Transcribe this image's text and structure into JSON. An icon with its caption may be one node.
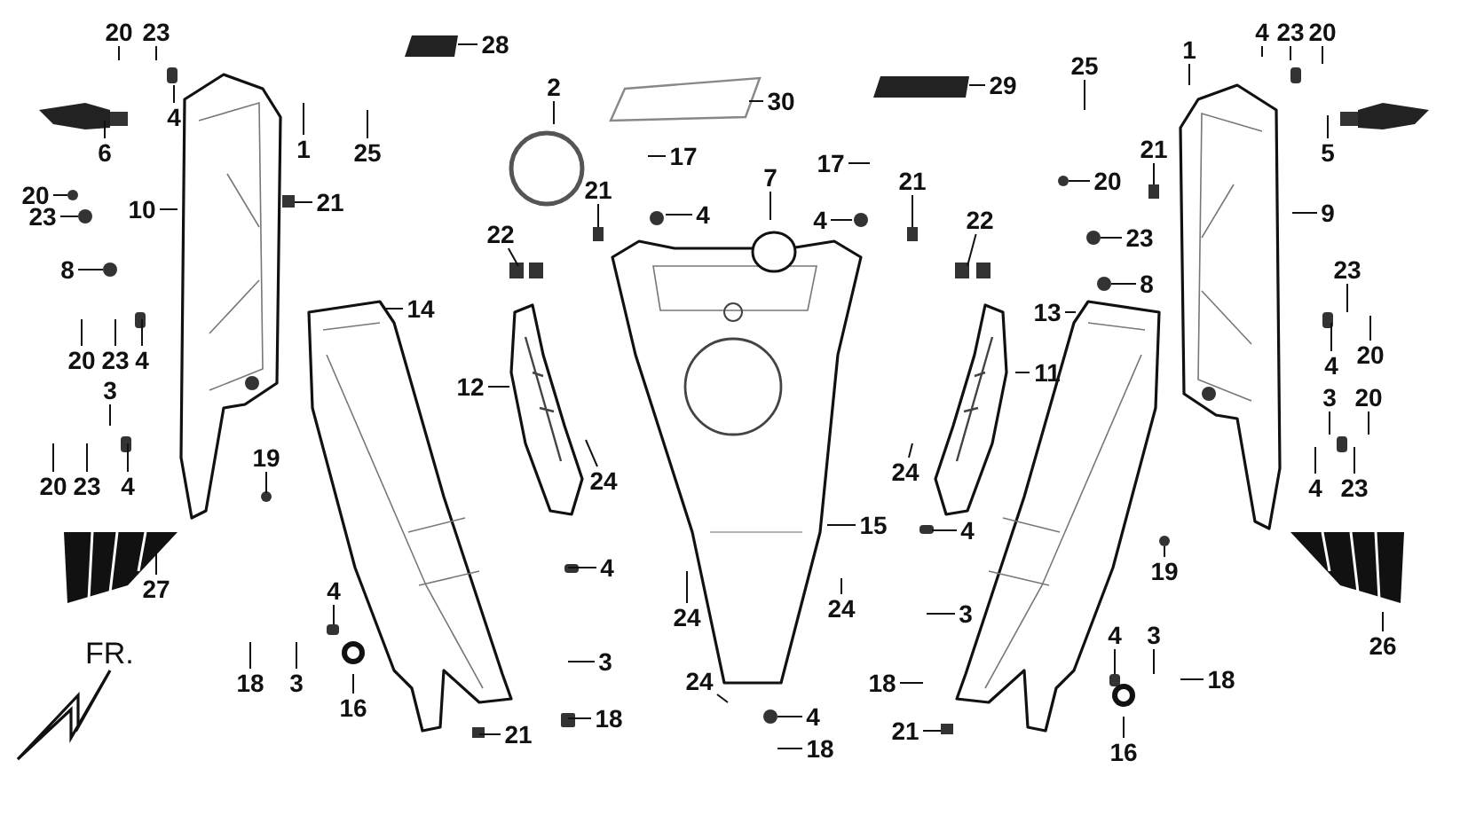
{
  "diagram": {
    "nodes": [
      {
        "text": [
          "20"
        ]
      },
      {
        "text": [
          "23"
        ]
      },
      {
        "text": [
          "4"
        ]
      },
      {
        "text": [
          "28"
        ]
      },
      {
        "text": [
          "6"
        ]
      },
      {
        "text": [
          "1"
        ]
      },
      {
        "text": [
          "25"
        ]
      },
      {
        "text": [
          "2"
        ]
      },
      {
        "text": [
          "30"
        ]
      },
      {
        "text": [
          "29"
        ]
      },
      {
        "text": [
          "25"
        ]
      },
      {
        "text": [
          "1"
        ]
      },
      {
        "text": [
          "4"
        ]
      },
      {
        "text": [
          "23"
        ]
      },
      {
        "text": [
          "20"
        ]
      },
      {
        "text": [
          "5"
        ]
      },
      {
        "text": [
          "20"
        ]
      },
      {
        "text": [
          "23"
        ]
      },
      {
        "text": [
          "8"
        ]
      },
      {
        "text": [
          "10"
        ]
      },
      {
        "text": [
          "21"
        ]
      },
      {
        "text": [
          "17"
        ]
      },
      {
        "text": [
          "4"
        ]
      },
      {
        "text": [
          "21"
        ]
      },
      {
        "text": [
          "22"
        ]
      },
      {
        "text": [
          "7"
        ]
      },
      {
        "text": [
          "17"
        ]
      },
      {
        "text": [
          "4"
        ]
      },
      {
        "text": [
          "21"
        ]
      },
      {
        "text": [
          "22"
        ]
      },
      {
        "text": [
          "20"
        ]
      },
      {
        "text": [
          "23"
        ]
      },
      {
        "text": [
          "8"
        ]
      },
      {
        "text": [
          "21"
        ]
      },
      {
        "text": [
          "9"
        ]
      },
      {
        "text": [
          "20"
        ]
      },
      {
        "text": [
          "23"
        ]
      },
      {
        "text": [
          "4"
        ]
      },
      {
        "text": [
          "14"
        ]
      },
      {
        "text": [
          "12"
        ]
      },
      {
        "text": [
          "13"
        ]
      },
      {
        "text": [
          "11"
        ]
      },
      {
        "text": [
          "3"
        ]
      },
      {
        "text": [
          "20"
        ]
      },
      {
        "text": [
          "23"
        ]
      },
      {
        "text": [
          "4"
        ]
      },
      {
        "text": [
          "19"
        ]
      },
      {
        "text": [
          "24"
        ]
      },
      {
        "text": [
          "23"
        ]
      },
      {
        "text": [
          "4"
        ]
      },
      {
        "text": [
          "20"
        ]
      },
      {
        "text": [
          "3"
        ]
      },
      {
        "text": [
          "20"
        ]
      },
      {
        "text": [
          "4"
        ]
      },
      {
        "text": [
          "23"
        ]
      },
      {
        "text": [
          "24"
        ]
      },
      {
        "text": [
          "27"
        ]
      },
      {
        "text": [
          "19"
        ]
      },
      {
        "text": [
          "26"
        ]
      },
      {
        "text": [
          "15"
        ]
      },
      {
        "text": [
          "4"
        ]
      },
      {
        "text": [
          "4"
        ]
      },
      {
        "text": [
          "24"
        ]
      },
      {
        "text": [
          "24"
        ]
      },
      {
        "text": [
          "3"
        ]
      },
      {
        "text": [
          "4"
        ]
      },
      {
        "text": [
          "3"
        ]
      },
      {
        "text": [
          "18"
        ]
      },
      {
        "text": [
          "16"
        ]
      },
      {
        "text": [
          "3"
        ]
      },
      {
        "text": [
          "18"
        ]
      },
      {
        "text": [
          "24"
        ]
      },
      {
        "text": [
          "4"
        ]
      },
      {
        "text": [
          "18"
        ]
      },
      {
        "text": [
          "18"
        ]
      },
      {
        "text": [
          "21"
        ]
      },
      {
        "text": [
          "21"
        ]
      },
      {
        "text": [
          "4"
        ]
      },
      {
        "text": [
          "3"
        ]
      },
      {
        "text": [
          "18"
        ]
      },
      {
        "text": [
          "16"
        ]
      }
    ],
    "edges": [
      {
        "from": 0,
        "to": null,
        "arrow": "none"
      },
      {
        "from": 1,
        "to": null,
        "arrow": "none"
      },
      {
        "from": 2,
        "to": null,
        "arrow": "none"
      },
      {
        "from": 3,
        "to": null,
        "arrow": "none"
      },
      {
        "from": 4,
        "to": null,
        "arrow": "none"
      },
      {
        "from": 5,
        "to": null,
        "arrow": "none"
      },
      {
        "from": 6,
        "to": null,
        "arrow": "none"
      },
      {
        "from": 7,
        "to": null,
        "arrow": "none"
      },
      {
        "from": 8,
        "to": null,
        "arrow": "none"
      },
      {
        "from": 9,
        "to": null,
        "arrow": "none"
      },
      {
        "from": 10,
        "to": null,
        "arrow": "none"
      },
      {
        "from": 11,
        "to": null,
        "arrow": "none"
      },
      {
        "from": 12,
        "to": null,
        "arrow": "none"
      },
      {
        "from": 13,
        "to": null,
        "arrow": "none"
      },
      {
        "from": 14,
        "to": null,
        "arrow": "none"
      },
      {
        "from": 15,
        "to": null,
        "arrow": "none"
      },
      {
        "from": 16,
        "to": null,
        "arrow": "none"
      },
      {
        "from": 17,
        "to": null,
        "arrow": "none"
      },
      {
        "from": 18,
        "to": null,
        "arrow": "none"
      },
      {
        "from": 19,
        "to": null,
        "arrow": "none"
      },
      {
        "from": 20,
        "to": null,
        "arrow": "none"
      },
      {
        "from": 21,
        "to": null,
        "arrow": "none"
      },
      {
        "from": 22,
        "to": null,
        "arrow": "none"
      },
      {
        "from": 23,
        "to": null,
        "arrow": "none"
      },
      {
        "from": 24,
        "to": null,
        "arrow": "none"
      },
      {
        "from": 25,
        "to": null,
        "arrow": "none"
      },
      {
        "from": 26,
        "to": null,
        "arrow": "none"
      },
      {
        "from": 27,
        "to": null,
        "arrow": "none"
      },
      {
        "from": 28,
        "to": null,
        "arrow": "none"
      },
      {
        "from": 29,
        "to": null,
        "arrow": "none"
      },
      {
        "from": 30,
        "to": null,
        "arrow": "none"
      },
      {
        "from": 31,
        "to": null,
        "arrow": "none"
      },
      {
        "from": 32,
        "to": null,
        "arrow": "none"
      },
      {
        "from": 33,
        "to": null,
        "arrow": "none"
      },
      {
        "from": 34,
        "to": null,
        "arrow": "none"
      },
      {
        "from": 35,
        "to": null,
        "arrow": "none"
      },
      {
        "from": 36,
        "to": null,
        "arrow": "none"
      },
      {
        "from": 37,
        "to": null,
        "arrow": "none"
      },
      {
        "from": 38,
        "to": null,
        "arrow": "none"
      },
      {
        "from": 39,
        "to": null,
        "arrow": "none"
      },
      {
        "from": 40,
        "to": null,
        "arrow": "none"
      },
      {
        "from": 41,
        "to": null,
        "arrow": "none"
      },
      {
        "from": 42,
        "to": null,
        "arrow": "none"
      },
      {
        "from": 43,
        "to": null,
        "arrow": "none"
      },
      {
        "from": 44,
        "to": null,
        "arrow": "none"
      },
      {
        "from": 45,
        "to": null,
        "arrow": "none"
      },
      {
        "from": 46,
        "to": null,
        "arrow": "none"
      },
      {
        "from": 47,
        "to": null,
        "arrow": "none"
      },
      {
        "from": 48,
        "to": null,
        "arrow": "none"
      },
      {
        "from": 49,
        "to": null,
        "arrow": "none"
      },
      {
        "from": 50,
        "to": null,
        "arrow": "none"
      },
      {
        "from": 51,
        "to": null,
        "arrow": "none"
      },
      {
        "from": 52,
        "to": null,
        "arrow": "none"
      },
      {
        "from": 53,
        "to": null,
        "arrow": "none"
      },
      {
        "from": 54,
        "to": null,
        "arrow": "none"
      },
      {
        "from": 55,
        "to": null,
        "arrow": "none"
      },
      {
        "from": 56,
        "to": null,
        "arrow": "none"
      },
      {
        "from": 57,
        "to": null,
        "arrow": "none"
      },
      {
        "from": 58,
        "to": null,
        "arrow": "none"
      },
      {
        "from": 59,
        "to": null,
        "arrow": "none"
      },
      {
        "from": 60,
        "to": null,
        "arrow": "none"
      },
      {
        "from": 61,
        "to": null,
        "arrow": "none"
      },
      {
        "from": 62,
        "to": null,
        "arrow": "none"
      },
      {
        "from": 63,
        "to": null,
        "arrow": "none"
      },
      {
        "from": 64,
        "to": null,
        "arrow": "none"
      },
      {
        "from": 65,
        "to": null,
        "arrow": "none"
      },
      {
        "from": 66,
        "to": null,
        "arrow": "none"
      },
      {
        "from": 67,
        "to": null,
        "arrow": "none"
      },
      {
        "from": 68,
        "to": null,
        "arrow": "none"
      },
      {
        "from": 69,
        "to": null,
        "arrow": "none"
      },
      {
        "from": 70,
        "to": null,
        "arrow": "none"
      },
      {
        "from": 71,
        "to": null,
        "arrow": "none"
      },
      {
        "from": 72,
        "to": null,
        "arrow": "none"
      },
      {
        "from": 73,
        "to": null,
        "arrow": "none"
      },
      {
        "from": 74,
        "to": null,
        "arrow": "none"
      },
      {
        "from": 75,
        "to": null,
        "arrow": "none"
      },
      {
        "from": 76,
        "to": null,
        "arrow": "none"
      },
      {
        "from": 77,
        "to": null,
        "arrow": "none"
      },
      {
        "from": 78,
        "to": null,
        "arrow": "none"
      },
      {
        "from": 79,
        "to": null,
        "arrow": "none"
      },
      {
        "from": 80,
        "to": null,
        "arrow": "none"
      }
    ],
    "labels": [
      "FR."
    ]
  }
}
